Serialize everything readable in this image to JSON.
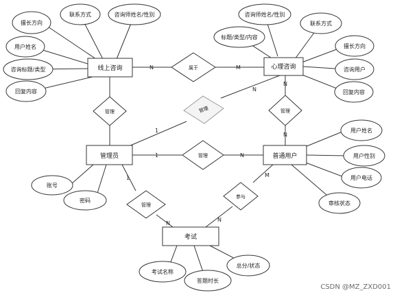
{
  "entities": {
    "online_consult": "线上咨询",
    "psych_consult": "心理咨询",
    "admin": "管理员",
    "user": "普通用户",
    "exam": "考试"
  },
  "relations": {
    "belongs": "属于",
    "manage_online": "管理",
    "manage_psych": "管理",
    "manage_diag": "管理",
    "manage_user": "管理",
    "manage_exam": "管理",
    "participate": "参与"
  },
  "attributes": {
    "online_direction": "擅长方向",
    "online_contact": "联系方式",
    "online_counselor": "咨询师姓名/性别",
    "online_username": "用户姓名",
    "online_topic": "咨询标题/类型",
    "online_reply": "回复内容",
    "psych_counselor": "咨询师姓名/性别",
    "psych_contact": "联系方式",
    "psych_topic": "标题/类型/内容",
    "psych_direction": "擅长方向",
    "psych_user": "咨询用户",
    "psych_reply": "回复内容",
    "admin_account": "账号",
    "admin_password": "密码",
    "user_name": "用户姓名",
    "user_gender": "用户性别",
    "user_phone": "用户电话",
    "user_status": "审核状态",
    "exam_name": "考试名称",
    "exam_duration": "答题时长",
    "exam_score": "总分/状态"
  },
  "cardinality": {
    "online_belongs": "N",
    "belongs_psych": "M",
    "psych_manage": "N",
    "manage_user": "N",
    "diag_psych": "N",
    "admin_diag": "1",
    "admin_user_rel": "1",
    "user_rel_user": "N",
    "admin_exam_rel": "1",
    "exam_rel_exam": "N",
    "user_participate": "M",
    "participate_exam": "N"
  },
  "watermark": "CSDN @MZ_ZXD001"
}
